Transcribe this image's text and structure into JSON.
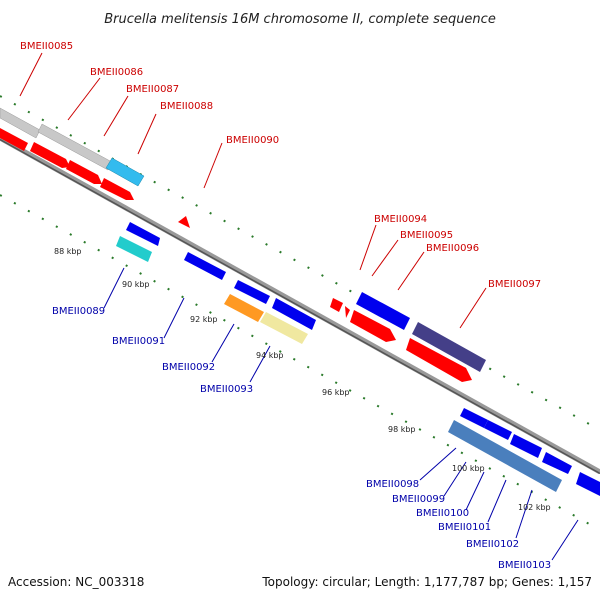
{
  "title": "Brucella melitensis 16M chromosome II, complete sequence",
  "footer": {
    "accession": "Accession: NC_003318",
    "topology": "Topology: circular; Length: 1,177,787 bp; Genes: 1,157"
  },
  "colors": {
    "forward_label": "#cc0000",
    "reverse_label": "#0000aa",
    "forward_cds": "#ff0000",
    "reverse_cds": "#0000ee",
    "tick": "#2a7a2a",
    "backbone": "#888888"
  },
  "kbp_labels": [
    "88 kbp",
    "90 kbp",
    "92 kbp",
    "94 kbp",
    "96 kbp",
    "98 kbp",
    "100 kbp",
    "102 kbp"
  ],
  "forward_genes": [
    "BMEII0085",
    "BMEII0086",
    "BMEII0087",
    "BMEII0088",
    "BMEII0090",
    "BMEII0094",
    "BMEII0095",
    "BMEII0096",
    "BMEII0097"
  ],
  "reverse_genes": [
    "BMEII0089",
    "BMEII0091",
    "BMEII0092",
    "BMEII0093",
    "BMEII0098",
    "BMEII0099",
    "BMEII0100",
    "BMEII0101",
    "BMEII0102",
    "BMEII0103"
  ]
}
